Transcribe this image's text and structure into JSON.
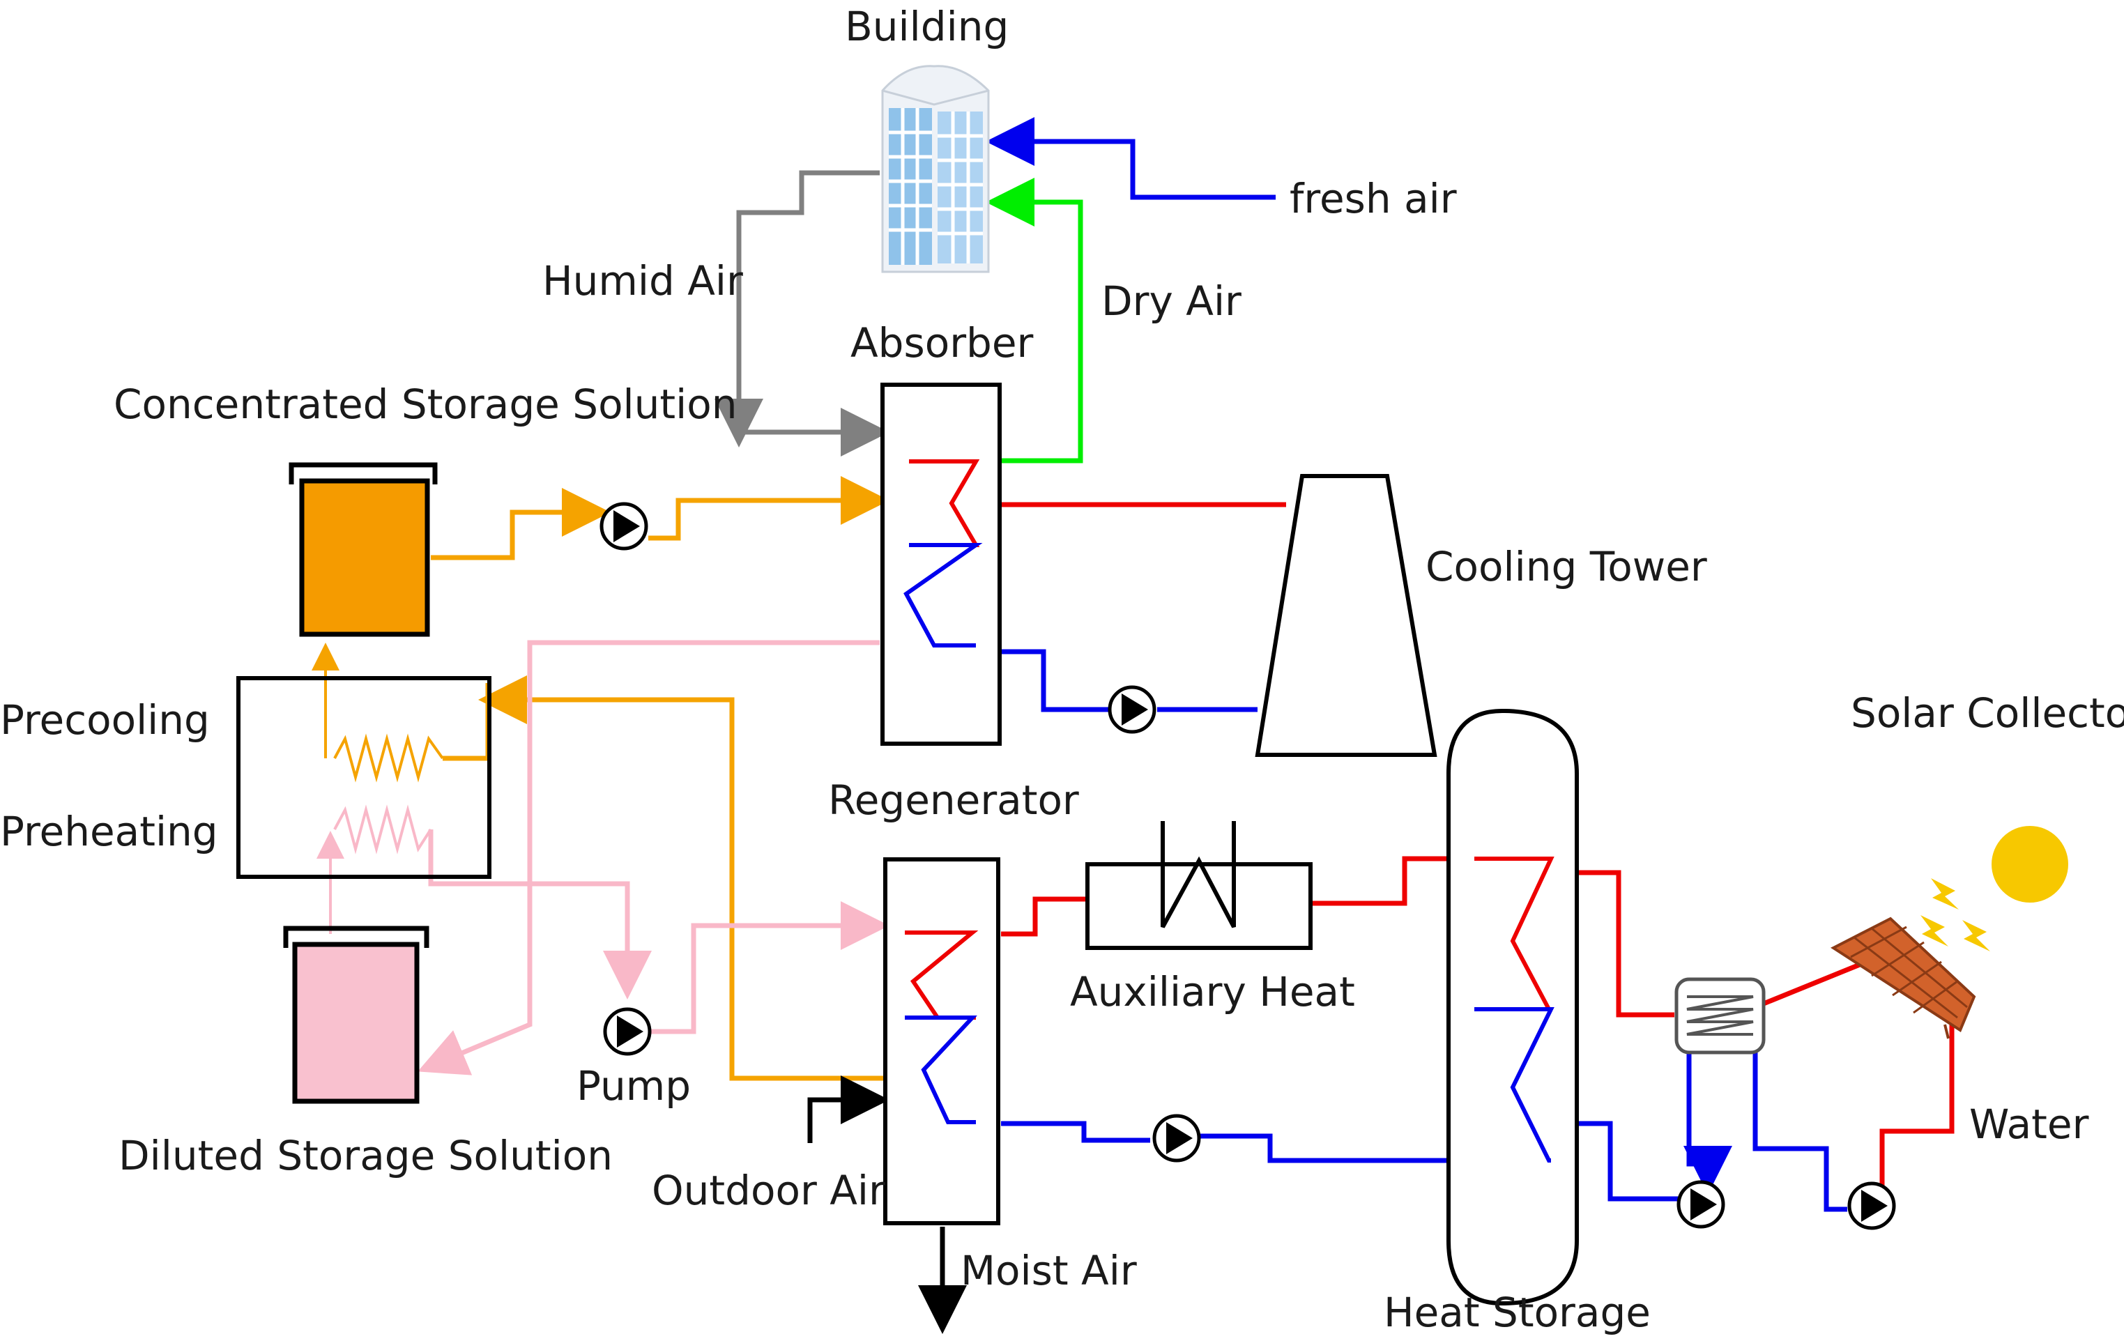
{
  "labels": {
    "building": "Building",
    "fresh_air": "fresh air",
    "humid_air": "Humid Air",
    "dry_air": "Dry Air",
    "absorber": "Absorber",
    "concentrated_storage": "Concentrated Storage Solution",
    "cooling_tower": "Cooling Tower",
    "precooling": "Precooling",
    "preheating": "Preheating",
    "regenerator": "Regenerator",
    "solar_collector": "Solar Collector",
    "auxiliary_heat": "Auxiliary Heat",
    "pump": "Pump",
    "water": "Water",
    "diluted_storage": "Diluted Storage Solution",
    "outdoor_air": "Outdoor Air",
    "moist_air": "Moist Air",
    "heat_storage": "Heat Storage"
  },
  "colors": {
    "fresh_air_line": "#0000ee",
    "dry_air_line": "#00ee00",
    "humid_air_line": "#808080",
    "hot_water_line": "#ee0000",
    "cold_water_line": "#0000ee",
    "concentrated_solution_line": "#f5a300",
    "diluted_solution_line": "#f9b8c8",
    "concentrated_tank_fill": "#f59b00",
    "diluted_tank_fill": "#f9c1cf",
    "sun_fill": "#f7c800",
    "panel_fill": "#d2622b"
  }
}
